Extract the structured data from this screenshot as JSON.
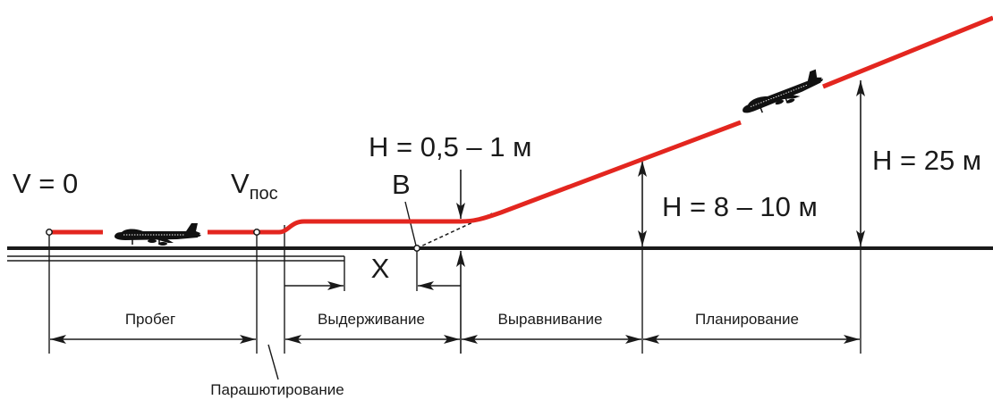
{
  "labels": {
    "v_zero": "V = 0",
    "v_touch_main": "V",
    "v_touch_sub": "пос",
    "h_flare_end": "H = 0,5 – 1 м",
    "point_b": "B",
    "h_flare_start": "H = 8 – 10 м",
    "h_glide": "H = 25 м",
    "x_distance": "X"
  },
  "phases": {
    "rollout": "Пробег",
    "float": "Выдерживание",
    "flare": "Выравнивание",
    "glide": "Планирование",
    "parachuting": "Парашютирование"
  },
  "colors": {
    "flight_path": "#e3261f",
    "lines": "#1a1a1a"
  },
  "icons": {
    "ground_aircraft": "airliner-icon",
    "air_aircraft": "airliner-icon"
  }
}
